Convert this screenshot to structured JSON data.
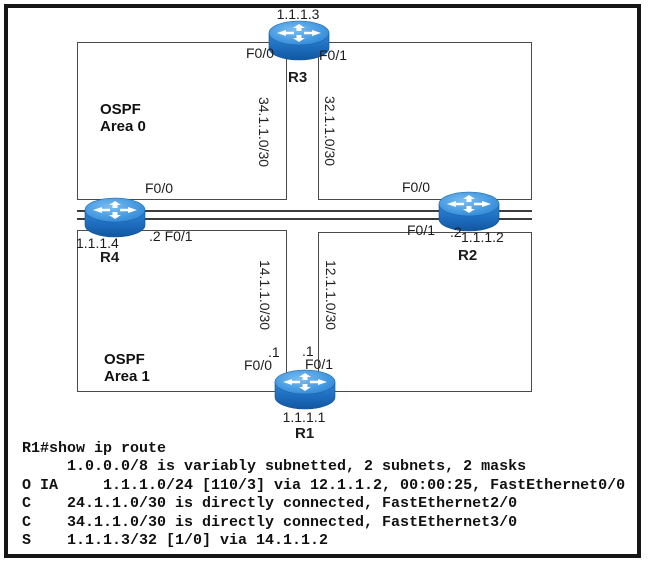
{
  "diagram": {
    "areas": {
      "area0": {
        "line1": "OSPF",
        "line2": "Area 0"
      },
      "area1": {
        "line1": "OSPF",
        "line2": "Area 1"
      }
    },
    "routers": {
      "r3": {
        "name": "R3",
        "ip": "1.1.1.3",
        "if_left": "F0/0",
        "if_right": "F0/1"
      },
      "r4": {
        "name": "R4",
        "ip": "1.1.1.4",
        "if_top": "F0/0",
        "if_bottom": ".2 F0/1"
      },
      "r2": {
        "name": "R2",
        "ip": "1.1.1.2",
        "if_top": "F0/0",
        "if_bottom": "F0/1",
        "octet": ".2"
      },
      "r1": {
        "name": "R1",
        "ip": "1.1.1.1",
        "if_left": "F0/0",
        "if_right": "F0/1",
        "octet_left": ".1",
        "octet_right": ".1"
      }
    },
    "links": {
      "r3_r4": "34.1.1.0/30",
      "r3_r2": "32.1.1.0/30",
      "r4_r1": "14.1.1.0/30",
      "r2_r1": "12.1.1.0/30"
    },
    "colors": {
      "router_body": "#1d6cbd",
      "router_top": "#5aa7e6",
      "line": "#3d3d3d",
      "frame": "#161616"
    }
  },
  "console": {
    "lines": [
      "R1#show ip route",
      "     1.0.0.0/8 is variably subnetted, 2 subnets, 2 masks",
      "O IA     1.1.1.0/24 [110/3] via 12.1.1.2, 00:00:25, FastEthernet0/0",
      "C    24.1.1.0/30 is directly connected, FastEthernet2/0",
      "C    34.1.1.0/30 is directly connected, FastEthernet3/0",
      "S    1.1.1.3/32 [1/0] via 14.1.1.2"
    ]
  }
}
